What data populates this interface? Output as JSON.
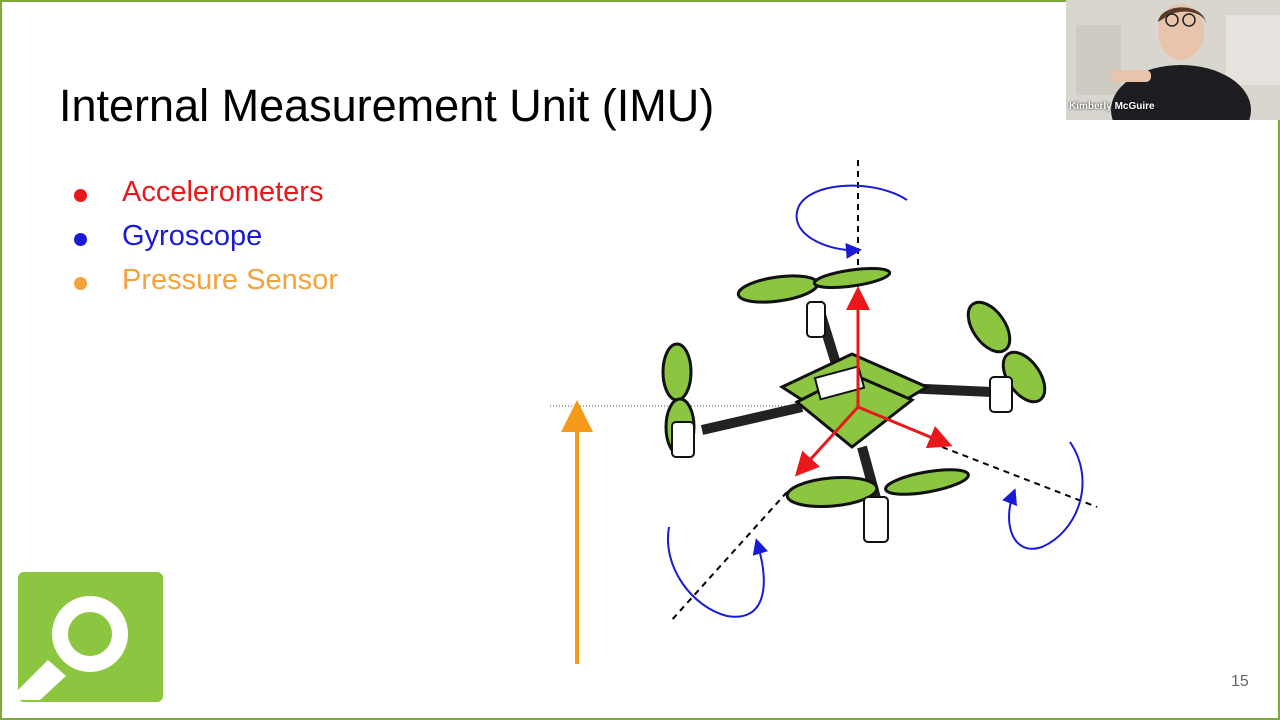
{
  "slide": {
    "title": "Internal Measurement Unit (IMU)",
    "bullets": [
      {
        "label": "Accelerometers",
        "color": "#e8181b"
      },
      {
        "label": "Gyroscope",
        "color": "#1a1ad6"
      },
      {
        "label": "Pressure Sensor",
        "color": "#f5a23a"
      }
    ],
    "page_number": "15"
  },
  "diagram": {
    "icon": "quadcopter-imu-axes-icon",
    "accent_green": "#8cc53f",
    "accel_color": "#e8181b",
    "gyro_color": "#1a1ad6",
    "pressure_color": "#f59a1a"
  },
  "logo": {
    "icon": "magnifier-logo-icon",
    "color": "#8cc53f"
  },
  "video": {
    "participant_name": "Kimberly McGuire"
  }
}
